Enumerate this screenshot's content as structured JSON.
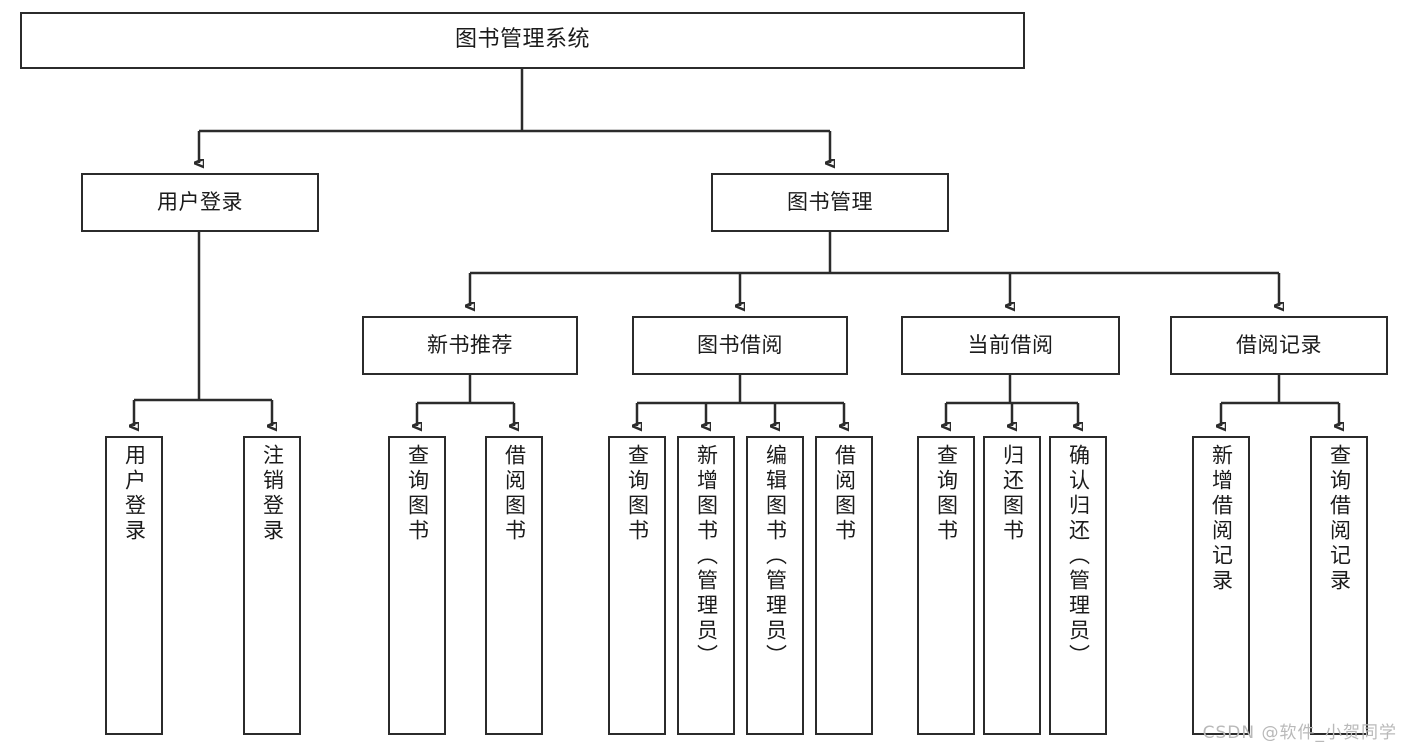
{
  "diagram": {
    "title": "图书管理系统",
    "type": "tree-hierarchy",
    "watermark": "CSDN @软件_小贺同学",
    "colors": {
      "box_border": "#2b2b2b",
      "box_fill": "#ffffff",
      "text": "#1b1b1b",
      "connector": "#2b2b2b",
      "watermark": "#b9b9b9",
      "background": "#ffffff"
    },
    "levels": {
      "root": {
        "id": "root",
        "label": "图书管理系统"
      },
      "level2": [
        {
          "id": "user-login",
          "label": "用户登录"
        },
        {
          "id": "book-management",
          "label": "图书管理"
        }
      ],
      "level3": [
        {
          "id": "new-book-recommend",
          "label": "新书推荐",
          "parent": "book-management"
        },
        {
          "id": "book-borrow",
          "label": "图书借阅",
          "parent": "book-management"
        },
        {
          "id": "current-borrow",
          "label": "当前借阅",
          "parent": "book-management"
        },
        {
          "id": "borrow-record",
          "label": "借阅记录",
          "parent": "book-management"
        }
      ],
      "leaves": [
        {
          "id": "leaf-user-login",
          "label": "用户登录",
          "parent": "user-login"
        },
        {
          "id": "leaf-logout-login",
          "label": "注销登录",
          "parent": "user-login"
        },
        {
          "id": "leaf-query-book-1",
          "label": "查询图书",
          "parent": "new-book-recommend"
        },
        {
          "id": "leaf-borrow-book-1",
          "label": "借阅图书",
          "parent": "new-book-recommend"
        },
        {
          "id": "leaf-query-book-2",
          "label": "查询图书",
          "parent": "book-borrow"
        },
        {
          "id": "leaf-add-book",
          "label": "新增图书（管理员）",
          "parent": "book-borrow"
        },
        {
          "id": "leaf-edit-book",
          "label": "编辑图书（管理员）",
          "parent": "book-borrow"
        },
        {
          "id": "leaf-borrow-book-2",
          "label": "借阅图书",
          "parent": "book-borrow"
        },
        {
          "id": "leaf-query-book-3",
          "label": "查询图书",
          "parent": "current-borrow"
        },
        {
          "id": "leaf-return-book",
          "label": "归还图书",
          "parent": "current-borrow"
        },
        {
          "id": "leaf-confirm-return",
          "label": "确认归还（管理员）",
          "parent": "current-borrow"
        },
        {
          "id": "leaf-add-record",
          "label": "新增借阅记录",
          "parent": "borrow-record"
        },
        {
          "id": "leaf-query-record",
          "label": "查询借阅记录",
          "parent": "borrow-record"
        }
      ]
    }
  }
}
